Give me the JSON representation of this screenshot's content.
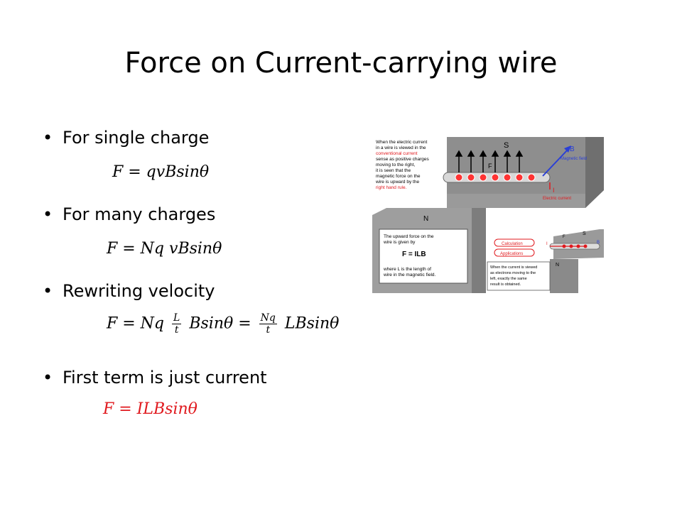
{
  "slide": {
    "title": "Force on Current-carrying wire",
    "bullets": [
      {
        "text": "For single charge",
        "equation": "F = qvBsinθ"
      },
      {
        "text": "For many charges",
        "equation": "F = Nq vBsinθ"
      },
      {
        "text": "Rewriting velocity",
        "equation": "F = Nq (L/t) Bsinθ = (Nq/t) LBsinθ"
      },
      {
        "text": "First term is just current",
        "equation": "F = ILBsinθ"
      }
    ],
    "eq3": {
      "lhs": "F = Nq",
      "frac1_num": "L",
      "frac1_den": "t",
      "mid": "Bsinθ =",
      "frac2_num": "Nq",
      "frac2_den": "t",
      "rhs": "LBsinθ"
    },
    "accent_color": "#e0191e"
  },
  "figure": {
    "top_text": [
      "When the electric current",
      "in a wire is viewed in the",
      "conventional current",
      "sense as positive charges",
      "moving to the right,",
      "it is seen that the",
      "magnetic force on the",
      "wire is upward by the",
      "right hand rule."
    ],
    "pole_s": "S",
    "pole_n": "N",
    "force_label": "F",
    "b_label": "B",
    "magnetic_field_label": "Magnetic field",
    "current_label": "I",
    "electric_current_label": "Electric current",
    "box_text": [
      "The upward force on the",
      "wire is given by"
    ],
    "formula": "F = ILB",
    "box_text2": [
      "where L is the length of",
      "wire in the magnetic field."
    ],
    "calc_button": "Calculation",
    "apps_button": "Applications",
    "small_s": "S",
    "small_n": "N",
    "small_f": "F",
    "small_b": "B",
    "small_i": "I",
    "bottom_text": [
      "When the current is viewed",
      "as electrons moving to the",
      "left, exactly the same",
      "result is obtained."
    ]
  }
}
